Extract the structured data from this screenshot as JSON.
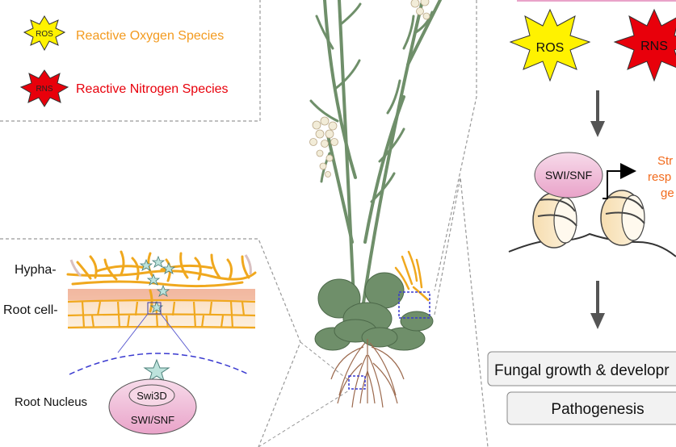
{
  "legend": {
    "ros_badge": "ROS",
    "ros_label": "Reactive Oxygen Species",
    "rns_badge": "RNS",
    "rns_label": "Reactive Nitrogen Species"
  },
  "root_panel": {
    "hypha_label": "Hypha-",
    "root_cell_label": "Root cell-",
    "nucleus_label": "Root Nucleus",
    "swi3d_label": "Swi3D",
    "swisnf_label": "SWI/SNF"
  },
  "mechanism": {
    "ros_label": "ROS",
    "rns_label": "RNS",
    "swisnf_label": "SWI/SNF",
    "stress_text": [
      "Str",
      "resp",
      "ge"
    ],
    "outcome_1": "Fungal growth & developr",
    "outcome_2": "Pathogenesis"
  },
  "colors": {
    "ros_fill": "#fff200",
    "rns_fill": "#e8000b",
    "ros_text": "#f39a1e",
    "rns_text": "#e8000b",
    "stress_text": "#f26b1d",
    "plant_green": "#6f8f6a",
    "hypha_orange": "#f0a81e"
  }
}
